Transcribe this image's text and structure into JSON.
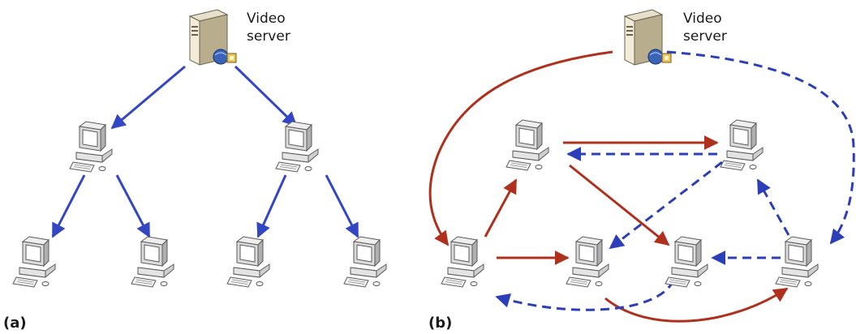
{
  "panels": {
    "a": {
      "label": "(a)",
      "server_label": [
        "Video",
        "server"
      ]
    },
    "b": {
      "label": "(b)",
      "server_label": [
        "Video",
        "server"
      ]
    }
  },
  "colors": {
    "tree_edge": "#3346c4",
    "mesh_solid": "#b0301e",
    "mesh_dashed": "#2a3fb8"
  },
  "icons": {
    "server": "server-icon",
    "peer": "computer-icon"
  }
}
